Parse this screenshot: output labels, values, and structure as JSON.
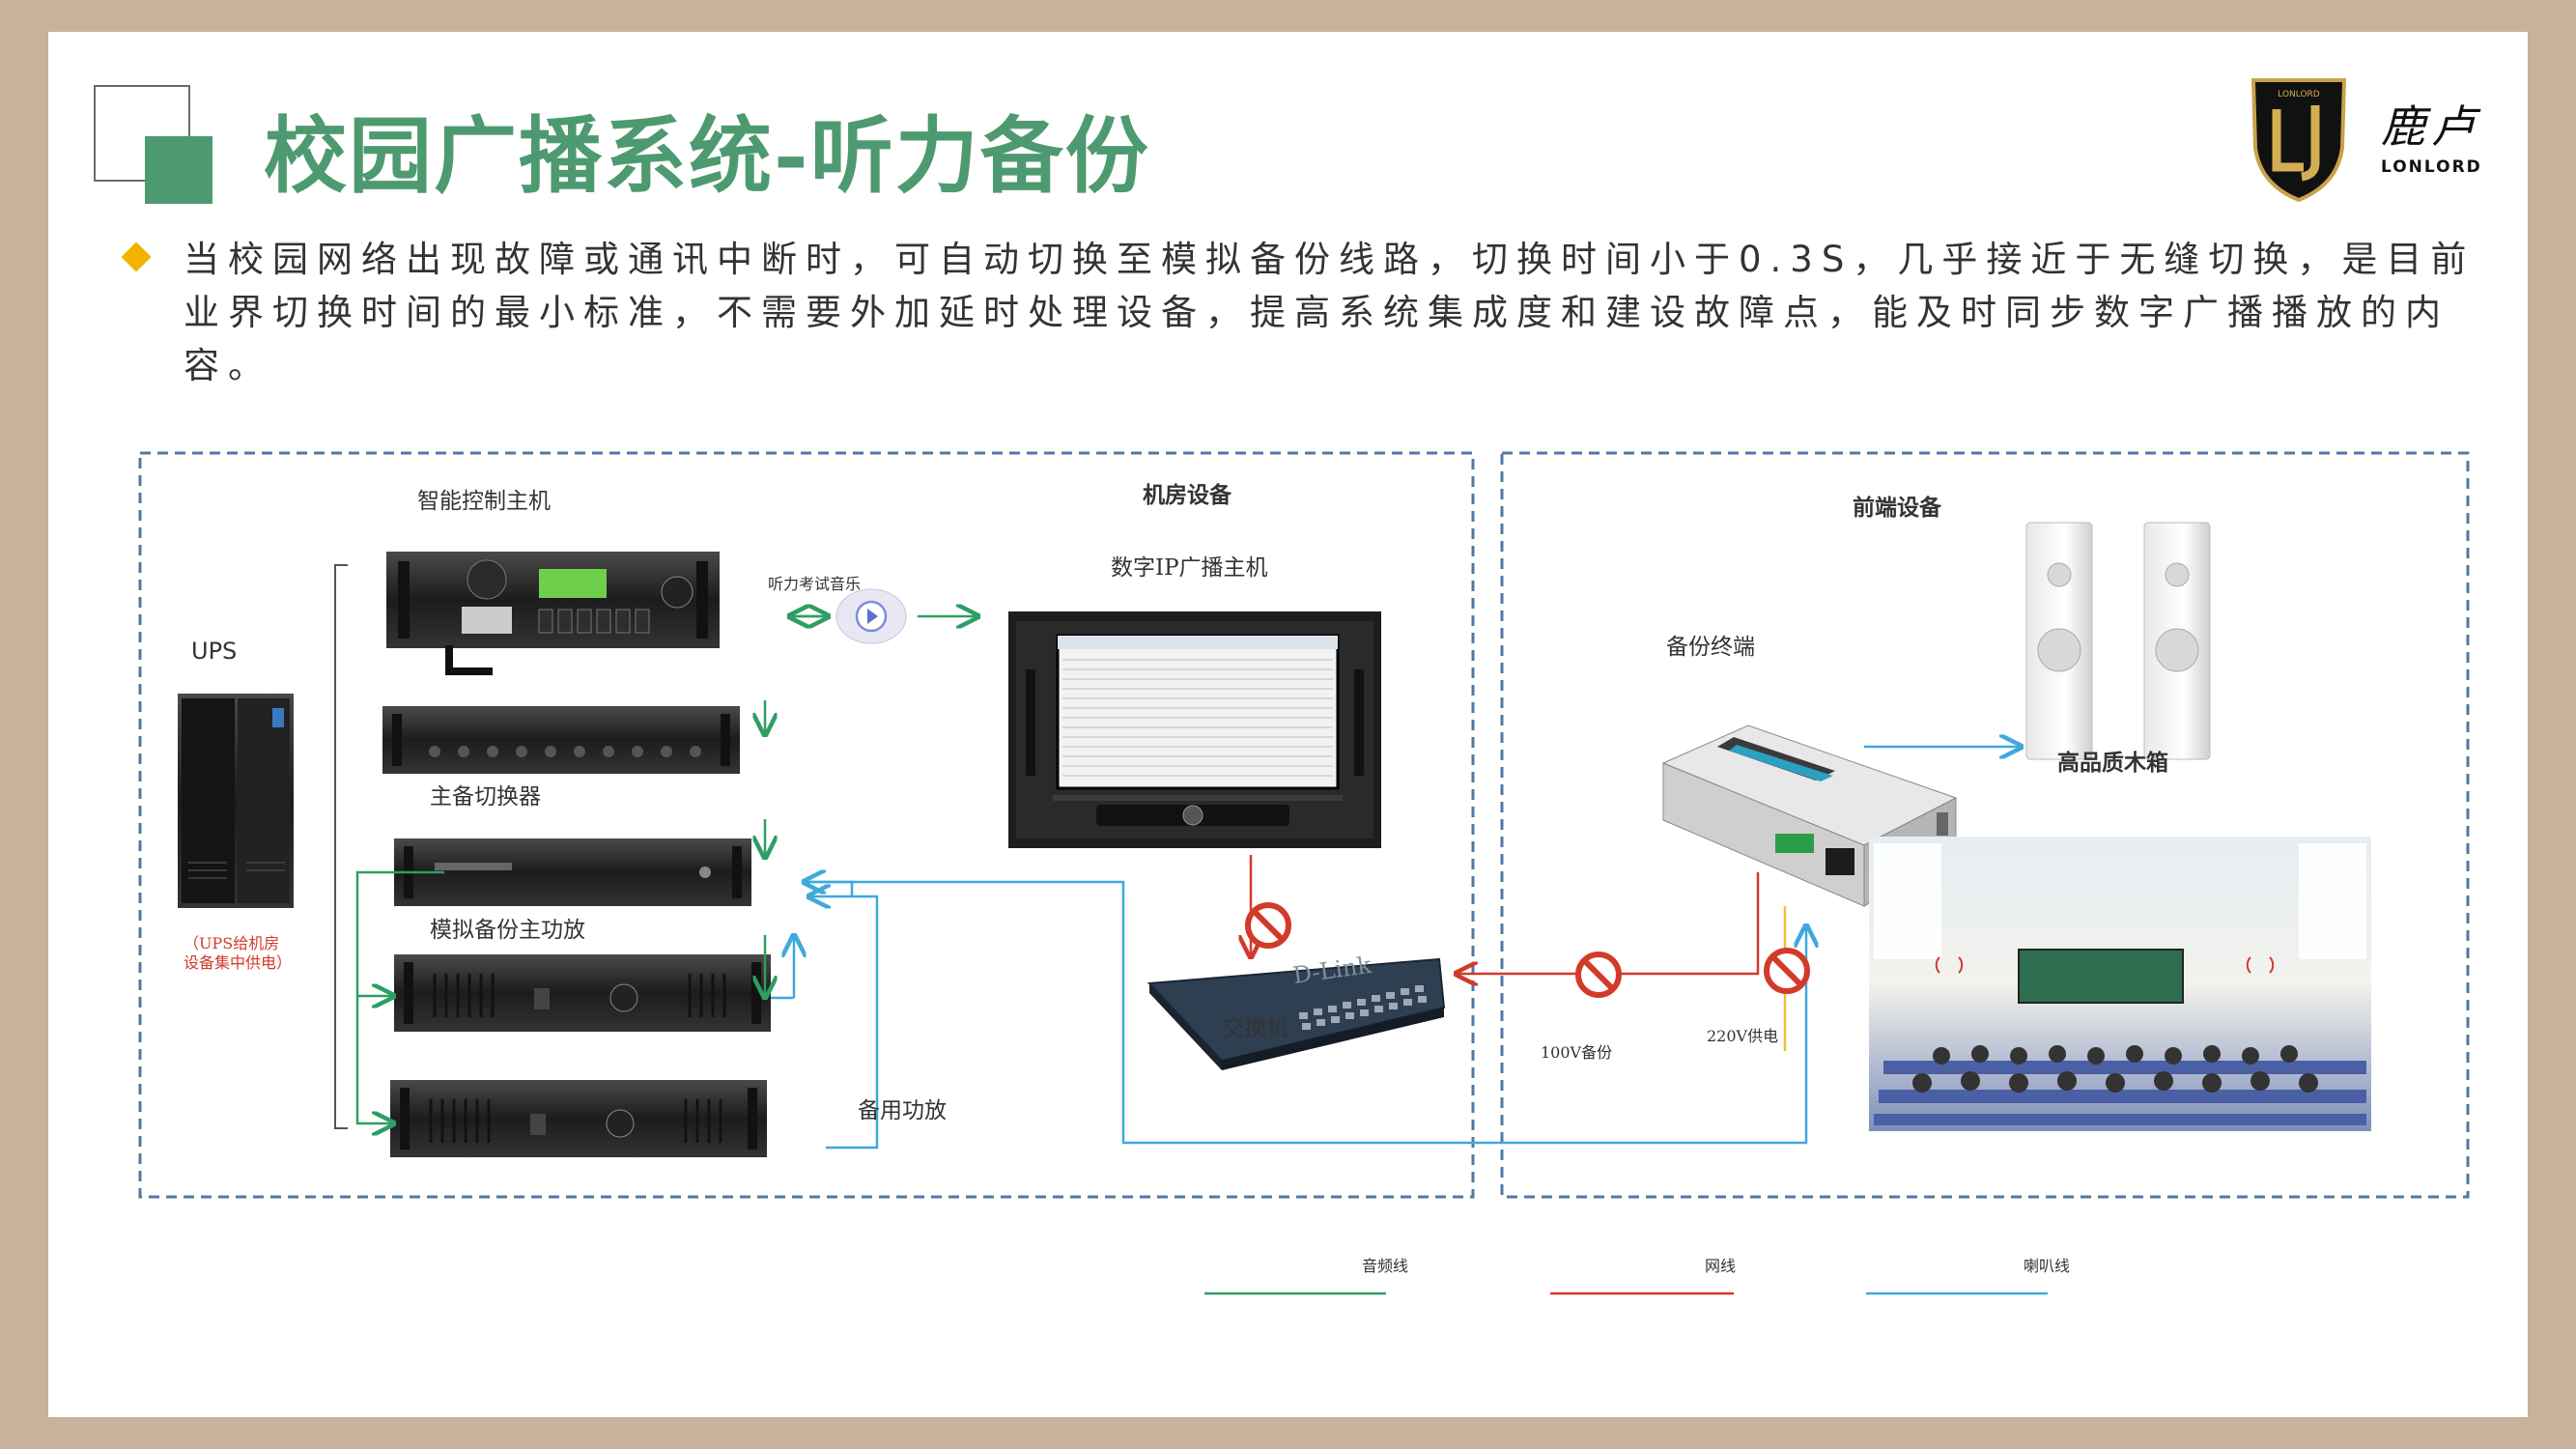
{
  "title": "校园广播系统-听力备份",
  "description": "当校园网络出现故障或通讯中断时，可自动切换至模拟备份线路，切换时间小于0.3S，几乎接近于无缝切换，是目前业界切换时间的最小标准，不需要外加延时处理设备，提高系统集成度和建设故障点，能及时同步数字广播播放的内容。",
  "logo": {
    "cn": "鹿卢",
    "en": "LONLORD",
    "shield_text": "LONLORD"
  },
  "sections": {
    "machine_room": "机房设备",
    "front_end": "前端设备"
  },
  "devices": {
    "ups": "UPS",
    "ups_note_1": "（UPS给机房",
    "ups_note_2": "设备集中供电）",
    "smart_host": "智能控制主机",
    "listening_music": "听力考试音乐",
    "switcher": "主备切换器",
    "analog_amp": "模拟备份主功放",
    "backup_amp": "备用功放",
    "ip_host": "数字IP广播主机",
    "network_switch": "交换机",
    "switch_brand": "D-Link",
    "backup_terminal": "备份终端",
    "speaker": "高品质木箱",
    "v100": "100V备份",
    "v220": "220V供电"
  },
  "legend": [
    {
      "label": "音频线",
      "color": "#2e9e63"
    },
    {
      "label": "网线",
      "color": "#d23a2a"
    },
    {
      "label": "喇叭线",
      "color": "#3fa9dc"
    }
  ],
  "colors": {
    "audio": "#2e9e63",
    "network": "#d23a2a",
    "speaker": "#3fa9dc",
    "accent": "#4e9a70",
    "dash": "#4f78a8"
  }
}
